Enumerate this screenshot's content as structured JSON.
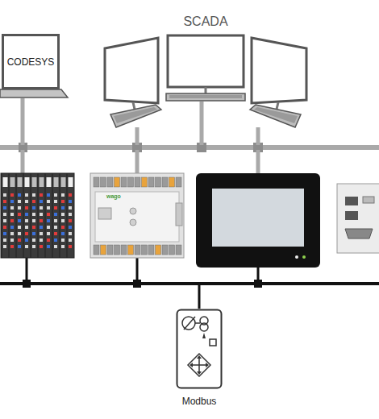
{
  "diagram": {
    "nodes": [
      {
        "text": [
          "CODESYS"
        ]
      },
      {
        "text": [
          "Modbus"
        ]
      }
    ],
    "labels": [
      "SCADA",
      "wago"
    ]
  }
}
